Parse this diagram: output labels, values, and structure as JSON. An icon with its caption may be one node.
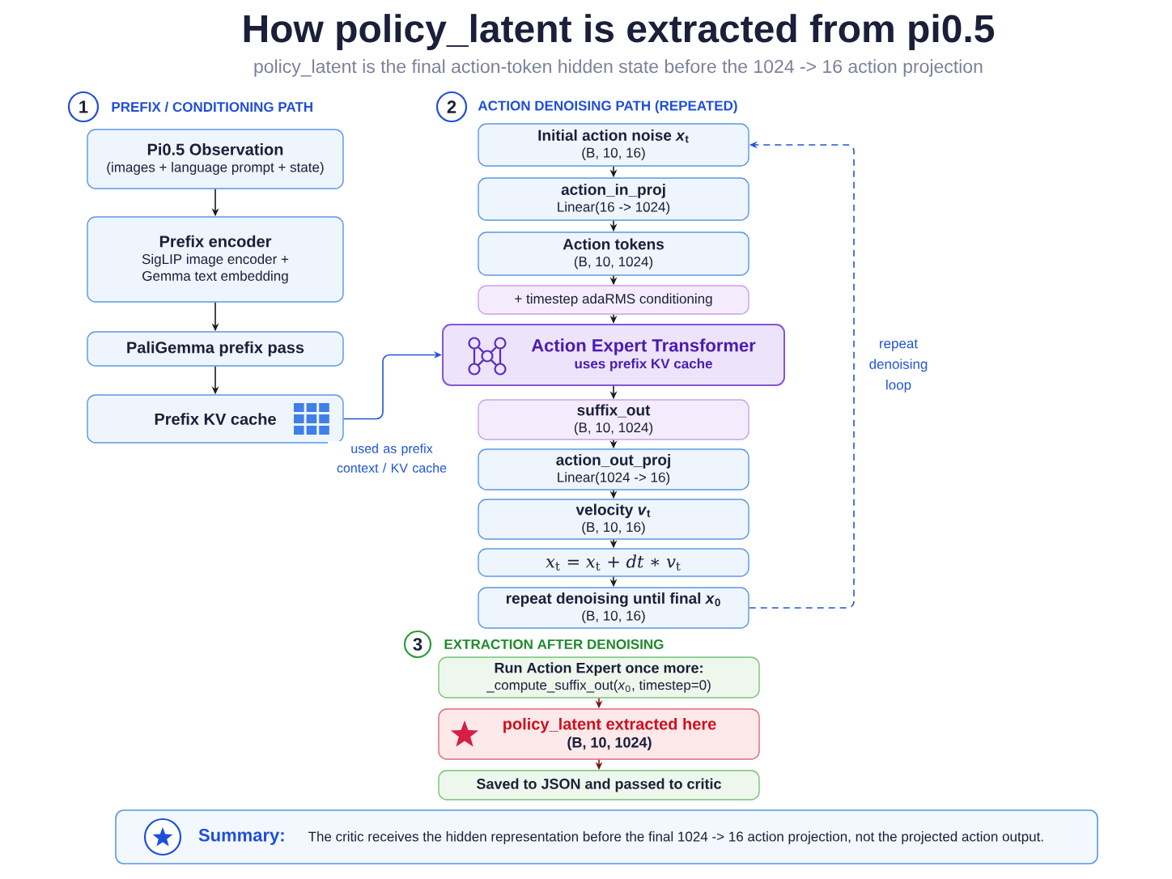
{
  "diagram": {
    "title": "How policy_latent is extracted from pi0.5",
    "caption": "policy_latent is the final action-token hidden state before the 1024 -> 16 action projection",
    "nodes": [
      {
        "text": [
          "1"
        ],
        "beside": [
          "PREFIX / CONDITIONING PATH"
        ]
      },
      {
        "text": [
          "Pi0.5 Observation",
          "(images + language prompt + state)"
        ]
      },
      {
        "text": [
          "Prefix encoder",
          "SigLIP image encoder + Gemma text embedding"
        ]
      },
      {
        "text": [
          "PaliGemma prefix pass"
        ]
      },
      {
        "text": [
          "Prefix KV cache"
        ]
      },
      {
        "text": [
          "2"
        ],
        "beside": [
          "ACTION DENOISING PATH (REPEATED)"
        ]
      },
      {
        "text": [
          "Initial action noise *x*$_{t}$",
          "(B, 10, 16)"
        ]
      },
      {
        "text": [
          "action_in_proj",
          "Linear(16 -> 1024)"
        ]
      },
      {
        "text": [
          "Action tokens",
          "(B, 10, 1024)"
        ]
      },
      {
        "text": [
          "+ timestep adaRMS conditioning"
        ]
      },
      {
        "text": [
          "Action Expert Transformer",
          "uses prefix KV cache"
        ]
      },
      {
        "text": [
          "suffix_out",
          "(B, 10, 1024)"
        ]
      },
      {
        "text": [
          "action_out_proj",
          "Linear(1024 -> 16)"
        ]
      },
      {
        "text": [
          "velocity *v*$_{t}$",
          "(B, 10, 16)"
        ]
      },
      {
        "text": [
          "*x*$_{t}$ = *x*$_{t}$ + *dt* ∗ *v*$_{t}$"
        ]
      },
      {
        "text": [
          "repeat denoising until final *x*$_{0}$",
          "(B, 10, 16)"
        ]
      },
      {
        "text": [
          "3"
        ],
        "beside": [
          "EXTRACTION AFTER DENOISING"
        ]
      },
      {
        "text": [
          "Run Action Expert once more:",
          "_compute_suffix_out(*x*$_{0}$, timestep=0)"
        ]
      },
      {
        "text": [
          "policy_latent extracted here",
          "(B, 10, 1024)"
        ]
      },
      {
        "text": [
          "Saved to JSON and passed to critic"
        ]
      },
      {
        "text": [
          "Summary:",
          "The critic receives the hidden representation before the final 1024 -> 16 action projection, not the projected action output."
        ]
      }
    ],
    "edges": [
      {
        "from": 1,
        "to": 2,
        "arrow": "to"
      },
      {
        "from": 2,
        "to": 3,
        "arrow": "to"
      },
      {
        "from": 3,
        "to": 4,
        "arrow": "to"
      },
      {
        "from": 4,
        "to": 10,
        "arrow": "to",
        "label": "used as prefix context / KV cache",
        "color": "#1f55d6"
      },
      {
        "from": 6,
        "to": 7,
        "arrow": "to"
      },
      {
        "from": 7,
        "to": 8,
        "arrow": "to"
      },
      {
        "from": 8,
        "to": 9,
        "arrow": "to"
      },
      {
        "from": 9,
        "to": 10,
        "arrow": "to"
      },
      {
        "from": 10,
        "to": 11,
        "arrow": "to"
      },
      {
        "from": 11,
        "to": 12,
        "arrow": "to"
      },
      {
        "from": 12,
        "to": 13,
        "arrow": "to"
      },
      {
        "from": 13,
        "to": 14,
        "arrow": "to"
      },
      {
        "from": 14,
        "to": 15,
        "arrow": "to"
      },
      {
        "from": 15,
        "to": 6,
        "arrow": "to",
        "label": "repeat denoising loop",
        "style": "dashed",
        "color": "#1f55d6"
      },
      {
        "from": 17,
        "to": 18,
        "arrow": "to",
        "color": "#7a1515"
      },
      {
        "from": 18,
        "to": 19,
        "arrow": "to",
        "color": "#7a1515"
      }
    ]
  }
}
